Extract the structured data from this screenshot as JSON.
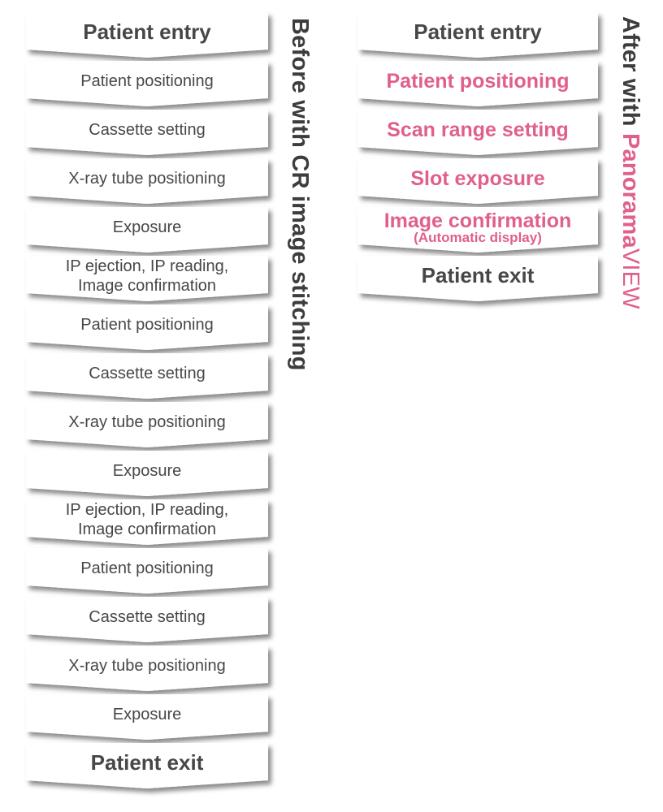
{
  "colors": {
    "text": "#474747",
    "accent": "#e0608a",
    "box": "#ffffff",
    "shadow": "#9a9a9a"
  },
  "before": {
    "title": "Before with CR image stitching",
    "steps": [
      {
        "label": "Patient entry",
        "style": "bold"
      },
      {
        "label": "Patient positioning",
        "style": "normal"
      },
      {
        "label": "Cassette setting",
        "style": "normal"
      },
      {
        "label": "X-ray tube positioning",
        "style": "normal"
      },
      {
        "label": "Exposure",
        "style": "normal"
      },
      {
        "label": "IP ejection, IP reading,",
        "label2": "Image confirmation",
        "style": "two"
      },
      {
        "label": "Patient positioning",
        "style": "normal"
      },
      {
        "label": "Cassette setting",
        "style": "normal"
      },
      {
        "label": "X-ray tube positioning",
        "style": "normal"
      },
      {
        "label": "Exposure",
        "style": "normal"
      },
      {
        "label": "IP ejection, IP reading,",
        "label2": "Image confirmation",
        "style": "two"
      },
      {
        "label": "Patient positioning",
        "style": "normal"
      },
      {
        "label": "Cassette setting",
        "style": "normal"
      },
      {
        "label": "X-ray tube positioning",
        "style": "normal"
      },
      {
        "label": "Exposure",
        "style": "normal"
      },
      {
        "label": "Patient exit",
        "style": "bold"
      }
    ]
  },
  "after": {
    "title_prefix": "After with ",
    "title_brand_bold": "Panorama",
    "title_brand_light": "VIEW",
    "steps": [
      {
        "label": "Patient entry",
        "style": "bold"
      },
      {
        "label": "Patient positioning",
        "style": "pink"
      },
      {
        "label": "Scan range  setting",
        "style": "pink"
      },
      {
        "label": "Slot exposure",
        "style": "pink"
      },
      {
        "label": "Image confirmation",
        "sub": "(Automatic display)",
        "style": "pink"
      },
      {
        "label": "Patient exit",
        "style": "bold"
      }
    ]
  }
}
